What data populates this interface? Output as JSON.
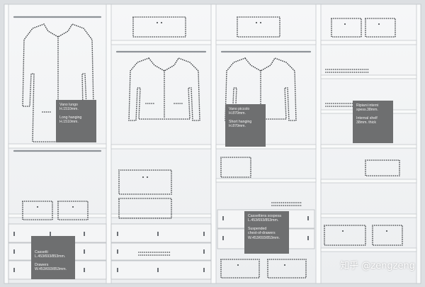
{
  "labels": {
    "long_hanging": {
      "it_name": "Vano lungo",
      "it_size": "H.1510mm.",
      "en_name": "Long hanging",
      "en_size": "H.1510mm."
    },
    "short_hanging": {
      "it_name": "Vano piccolo",
      "it_size": "H.870mm.",
      "en_name": "Short hanging",
      "en_size": "H.870mm."
    },
    "internal_shelf": {
      "it_name": "Ripiani interni",
      "it_size": "spess.38mm.",
      "en_name": "Internal shelf",
      "en_size": "38mm. thick"
    },
    "drawers": {
      "it_name": "Cassetti",
      "it_size": "L.453/693/853mm.",
      "en_name": "Drawers",
      "en_size": "W.453/693/853mm."
    },
    "suspended_drawers": {
      "it_name": "Cassettiera sospesa",
      "it_size": "L.453/693/853mm.",
      "en_name": "Suspended",
      "en_name_2": "chest-of-drawers",
      "en_size": "W.453/693/853mm."
    }
  },
  "watermark": "知乎 @zengzeng",
  "colors": {
    "wardrobe_white": "#f3f4f5",
    "background": "#dcdfe2",
    "label_box": "#6e6f70",
    "dots": "#3c3f42"
  }
}
